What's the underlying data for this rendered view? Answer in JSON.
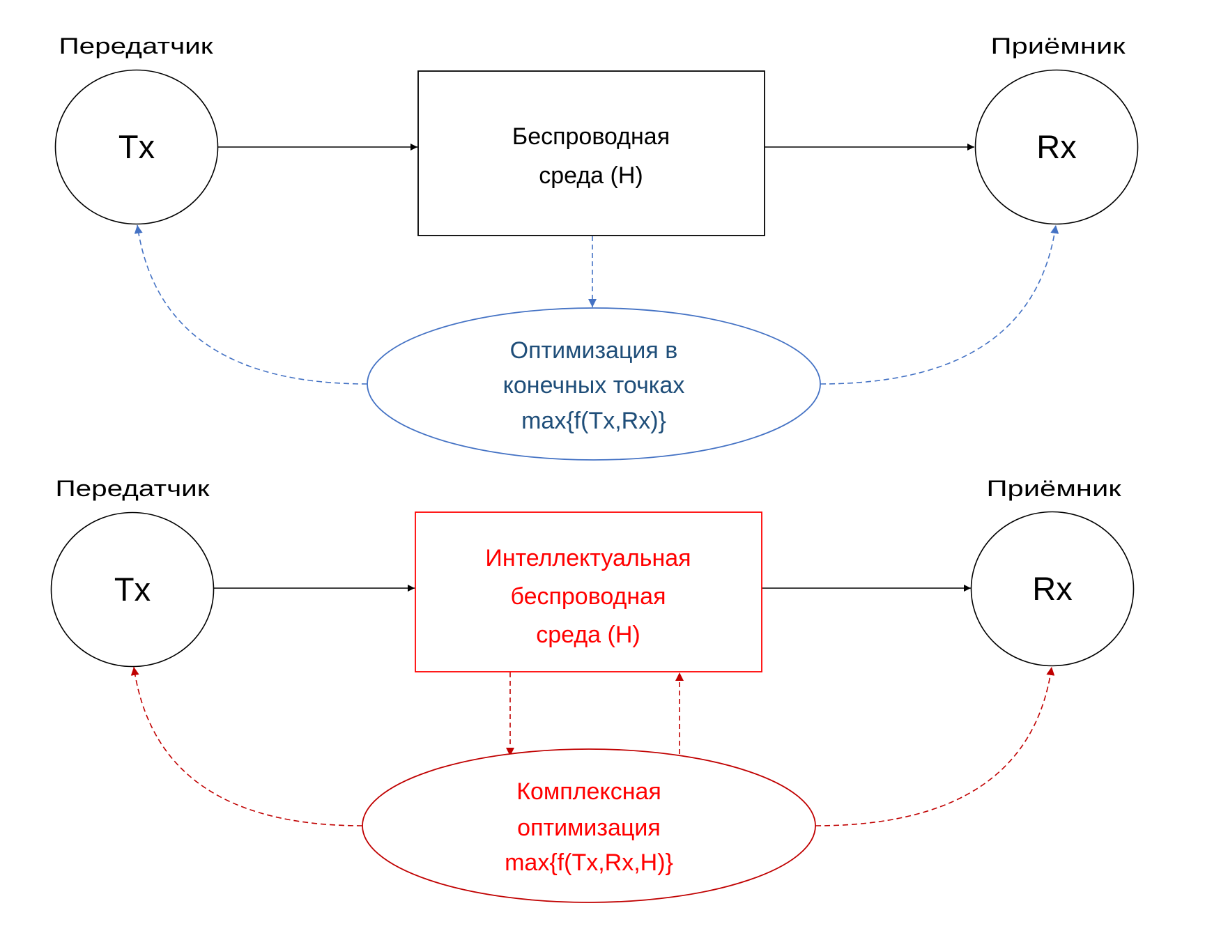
{
  "colors": {
    "black": "#000000",
    "blue_stroke": "#4472C4",
    "blue_text": "#1F4E79",
    "red_stroke": "#FF0000",
    "red_text": "#FF0000",
    "dark_red_arrow": "#C00000"
  },
  "top_diagram": {
    "transmitter_label": "Передатчик",
    "receiver_label": "Приёмник",
    "tx_node": "Tx",
    "rx_node": "Rx",
    "channel_box": {
      "lines": [
        "Беспроводная",
        "среда (H)"
      ]
    },
    "optimization_ellipse": {
      "lines": [
        "Оптимизация в",
        "конечных точках",
        "max{f(Tx,Rx)}"
      ]
    }
  },
  "bottom_diagram": {
    "transmitter_label": "Передатчик",
    "receiver_label": "Приёмник",
    "tx_node": "Tx",
    "rx_node": "Rx",
    "channel_box": {
      "lines": [
        "Интеллектуальная",
        "беспроводная",
        "среда (H)"
      ]
    },
    "optimization_ellipse": {
      "lines": [
        "Комплексная",
        "оптимизация",
        "max{f(Tx,Rx,H)}"
      ]
    }
  }
}
